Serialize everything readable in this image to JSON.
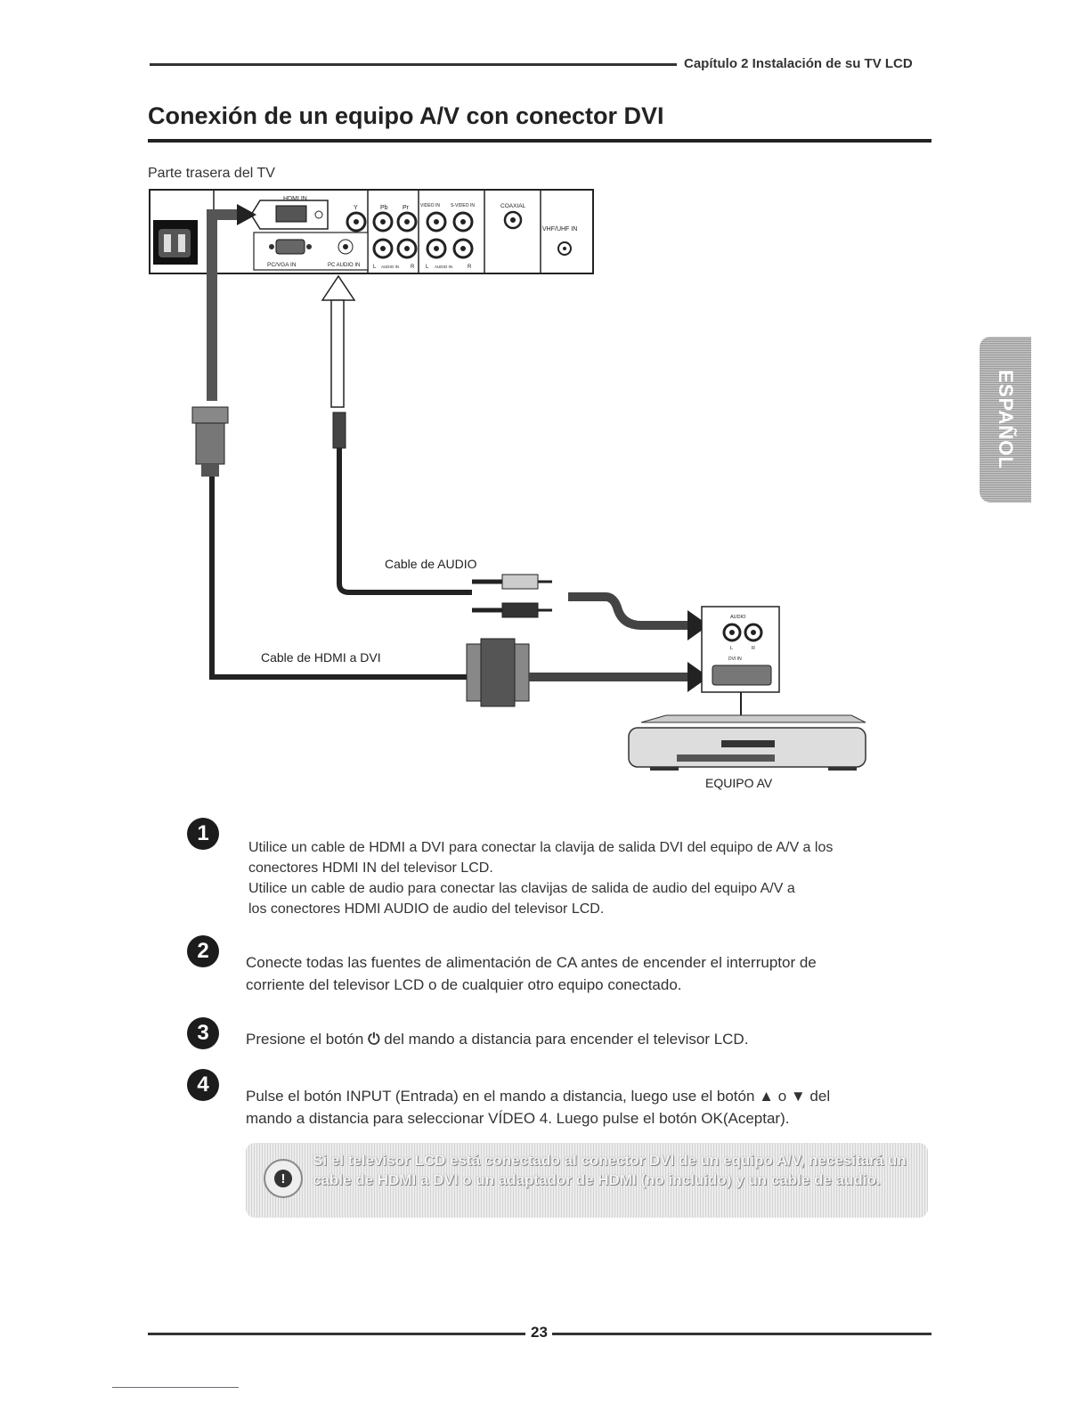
{
  "header": {
    "chapter": "Capítulo 2 Instalación de su TV LCD"
  },
  "title": "Conexión de un equipo A/V con conector DVI",
  "side_tab": "ESPAÑOL",
  "diagram": {
    "tv_label": "Parte trasera del TV",
    "ports": {
      "hdmi_in": "HDMI IN",
      "y": "Y",
      "pb": "Pb",
      "pr": "Pr",
      "video_in": "VIDEO IN",
      "s_video_in": "S-VIDEO IN",
      "coaxial": "COAXIAL",
      "vhf_uhf_in": "VHF/UHF IN",
      "pc_vga_in": "PC/VGA IN",
      "pc_audio_in": "PC AUDIO IN",
      "l1": "L",
      "audio_in_1": "AUDIO IN",
      "r1": "R",
      "l2": "L",
      "audio_in_2": "AUDIO IN",
      "r2": "R"
    },
    "audio_cable_label": "Cable de AUDIO",
    "hdmi_dvi_cable_label": "Cable de HDMI a DVI",
    "device": {
      "audio": "AUDIO",
      "l": "L",
      "r": "R",
      "dvi_in": "DVI IN",
      "label": "EQUIPO AV"
    }
  },
  "steps": [
    {
      "badge": "1",
      "lines": [
        "Utilice un cable de HDMI a DVI para conectar la clavija de salida DVI del equipo de A/V a los",
        "conectores HDMI IN del televisor LCD.",
        "Utilice un cable de audio para conectar las clavijas de salida de audio del equipo A/V a",
        "los conectores HDMI AUDIO de audio del televisor LCD."
      ]
    },
    {
      "badge": "2",
      "lines": [
        "Conecte todas las fuentes de alimentación de CA antes de encender el interruptor de",
        "corriente del televisor LCD o de cualquier otro equipo conectado."
      ]
    },
    {
      "badge": "3",
      "before": "Presione el botón",
      "icon": "⏻",
      "after": "del mando a distancia para encender el televisor LCD."
    },
    {
      "badge": "4",
      "lines": [
        "Pulse el botón INPUT (Entrada) en el mando a distancia, luego use el botón ▲ o ▼ del",
        "mando a distancia para seleccionar VÍDEO 4. Luego pulse el botón OK(Aceptar)."
      ]
    }
  ],
  "note": {
    "icon": "warning-icon",
    "text": "Si el televisor LCD está conectado al conector DVI de un equipo A/V, necesitará un cable de HDMI a DVI o un adaptador de HDMI (no incluido) y un cable de audio."
  },
  "page_number": "23"
}
